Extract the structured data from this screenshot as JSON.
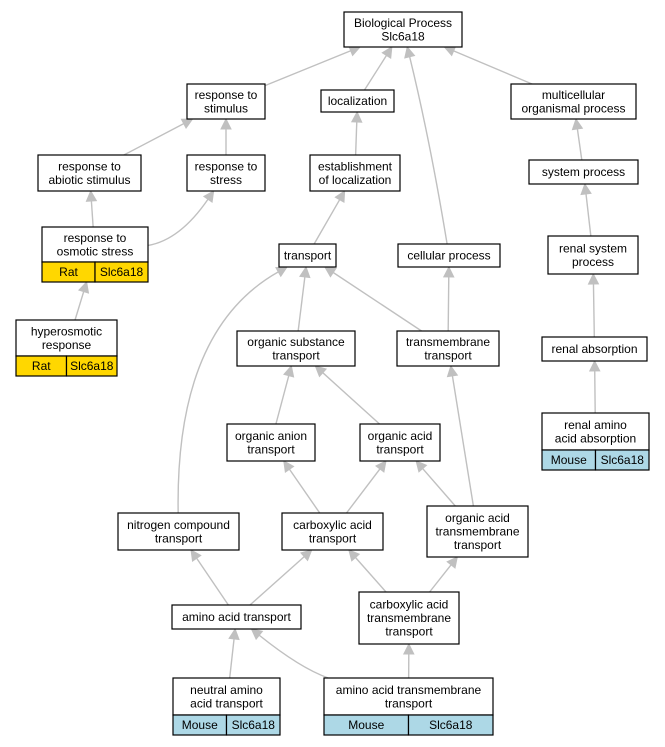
{
  "colors": {
    "rat": "#ffd700",
    "mouse": "#add8e6",
    "edge": "#c0c0c0",
    "border": "#000000"
  },
  "nodes": {
    "root": [
      "Biological Process",
      "Slc6a18"
    ],
    "response_to_stimulus": [
      "response to",
      "stimulus"
    ],
    "localization": [
      "localization"
    ],
    "multicellular": [
      "multicellular",
      "organismal process"
    ],
    "response_abiotic": [
      "response to",
      "abiotic stimulus"
    ],
    "response_stress": [
      "response to",
      "stress"
    ],
    "establishment": [
      "establishment",
      "of localization"
    ],
    "system_process": [
      "system process"
    ],
    "osmotic_stress": [
      "response to",
      "osmotic stress"
    ],
    "transport": [
      "transport"
    ],
    "cellular_process": [
      "cellular process"
    ],
    "renal_system": [
      "renal system",
      "process"
    ],
    "hyperosmotic": [
      "hyperosmotic",
      "response"
    ],
    "organic_substance": [
      "organic substance",
      "transport"
    ],
    "transmembrane": [
      "transmembrane",
      "transport"
    ],
    "renal_absorption": [
      "renal absorption"
    ],
    "organic_anion": [
      "organic anion",
      "transport"
    ],
    "organic_acid": [
      "organic acid",
      "transport"
    ],
    "renal_amino": [
      "renal amino",
      "acid absorption"
    ],
    "nitrogen": [
      "nitrogen compound",
      "transport"
    ],
    "carboxylic": [
      "carboxylic acid",
      "transport"
    ],
    "organic_acid_tm": [
      "organic acid",
      "transmembrane",
      "transport"
    ],
    "amino_acid_transport": [
      "amino acid transport"
    ],
    "carboxylic_tm": [
      "carboxylic acid",
      "transmembrane",
      "transport"
    ],
    "neutral_amino": [
      "neutral amino",
      "acid transport"
    ],
    "amino_tm": [
      "amino acid transmembrane",
      "transport"
    ]
  },
  "annotations": {
    "osmotic_stress": [
      "Rat",
      "Slc6a18"
    ],
    "hyperosmotic": [
      "Rat",
      "Slc6a18"
    ],
    "renal_amino": [
      "Mouse",
      "Slc6a18"
    ],
    "neutral_amino": [
      "Mouse",
      "Slc6a18"
    ],
    "amino_tm": [
      "Mouse",
      "Slc6a18"
    ]
  }
}
